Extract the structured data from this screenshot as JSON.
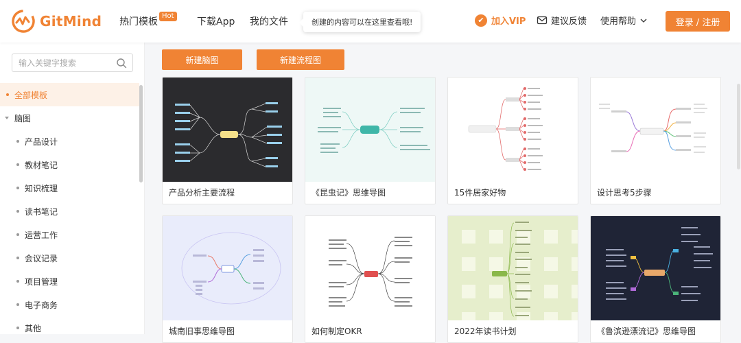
{
  "header": {
    "logo_text": "GitMind",
    "nav": [
      {
        "label": "热门模板",
        "badge": "Hot"
      },
      {
        "label": "下载App"
      },
      {
        "label": "我的文件"
      }
    ],
    "tooltip": "创建的内容可以在这里查看哦!",
    "vip_label": "加入VIP",
    "feedback_label": "建议反馈",
    "help_label": "使用帮助",
    "login_label": "登录 / 注册"
  },
  "sidebar": {
    "search_placeholder": "输入关键字搜索",
    "items": [
      {
        "label": "全部模板",
        "active": true
      },
      {
        "label": "脑图",
        "parent": true
      },
      {
        "label": "产品设计"
      },
      {
        "label": "教材笔记"
      },
      {
        "label": "知识梳理"
      },
      {
        "label": "读书笔记"
      },
      {
        "label": "运营工作"
      },
      {
        "label": "会议记录"
      },
      {
        "label": "项目管理"
      },
      {
        "label": "电子商务"
      },
      {
        "label": "其他"
      }
    ]
  },
  "main": {
    "new_mindmap_label": "新建脑图",
    "new_flowchart_label": "新建流程图",
    "cards": [
      {
        "title": "产品分析主要流程",
        "theme": "dark"
      },
      {
        "title": "《昆虫记》思维导图",
        "theme": "mint"
      },
      {
        "title": "15件居家好物",
        "theme": "white-red"
      },
      {
        "title": "设计思考5步骤",
        "theme": "white-color"
      },
      {
        "title": "城南旧事思维导图",
        "theme": "lavender"
      },
      {
        "title": "如何制定OKR",
        "theme": "white-red-center"
      },
      {
        "title": "2022年读书计划",
        "theme": "plaid"
      },
      {
        "title": "《鲁滨逊漂流记》思维导图",
        "theme": "navy"
      }
    ]
  },
  "colors": {
    "accent": "#f08334",
    "active_bg": "#fdf1e7"
  }
}
